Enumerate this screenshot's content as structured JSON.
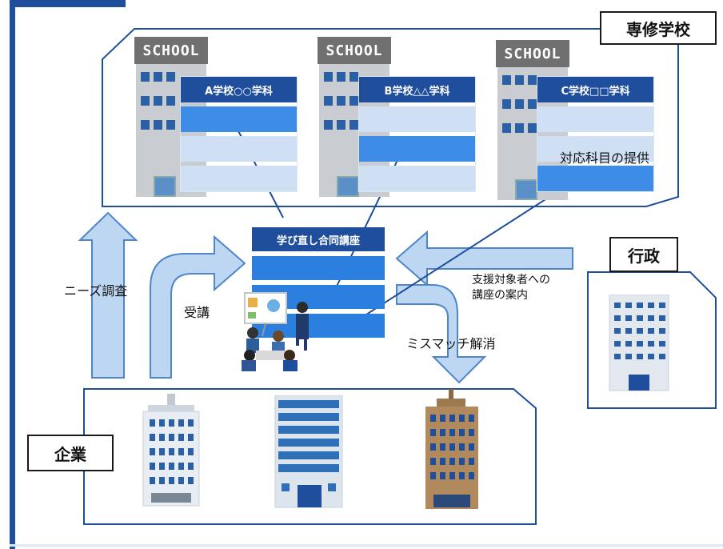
{
  "labels": {
    "senshu": "専修学校",
    "gyosei": "行政",
    "kigyo": "企業"
  },
  "school_sign": "SCHOOL",
  "courses": [
    {
      "title": "A学校○○学科",
      "highlight": [
        0
      ]
    },
    {
      "title": "B学校△△学科",
      "highlight": [
        1
      ]
    },
    {
      "title": "C学校□□学科",
      "highlight": [
        2
      ]
    }
  ],
  "shared_course": {
    "title": "学び直し合同講座"
  },
  "annotations": {
    "provide_subjects": "対応科目の提供",
    "needs_survey": "ニーズ調査",
    "attend": "受講",
    "guide_line1": "支援対象者への",
    "guide_line2": "講座の案内",
    "mismatch": "ミスマッチ解消"
  },
  "colors": {
    "accent_dark": "#1f4e9c",
    "row_light": "#cfe0f5",
    "row_highlight": "#3d8de6",
    "arrow_fill": "#bdd7f2",
    "arrow_stroke": "#4f86c9"
  }
}
